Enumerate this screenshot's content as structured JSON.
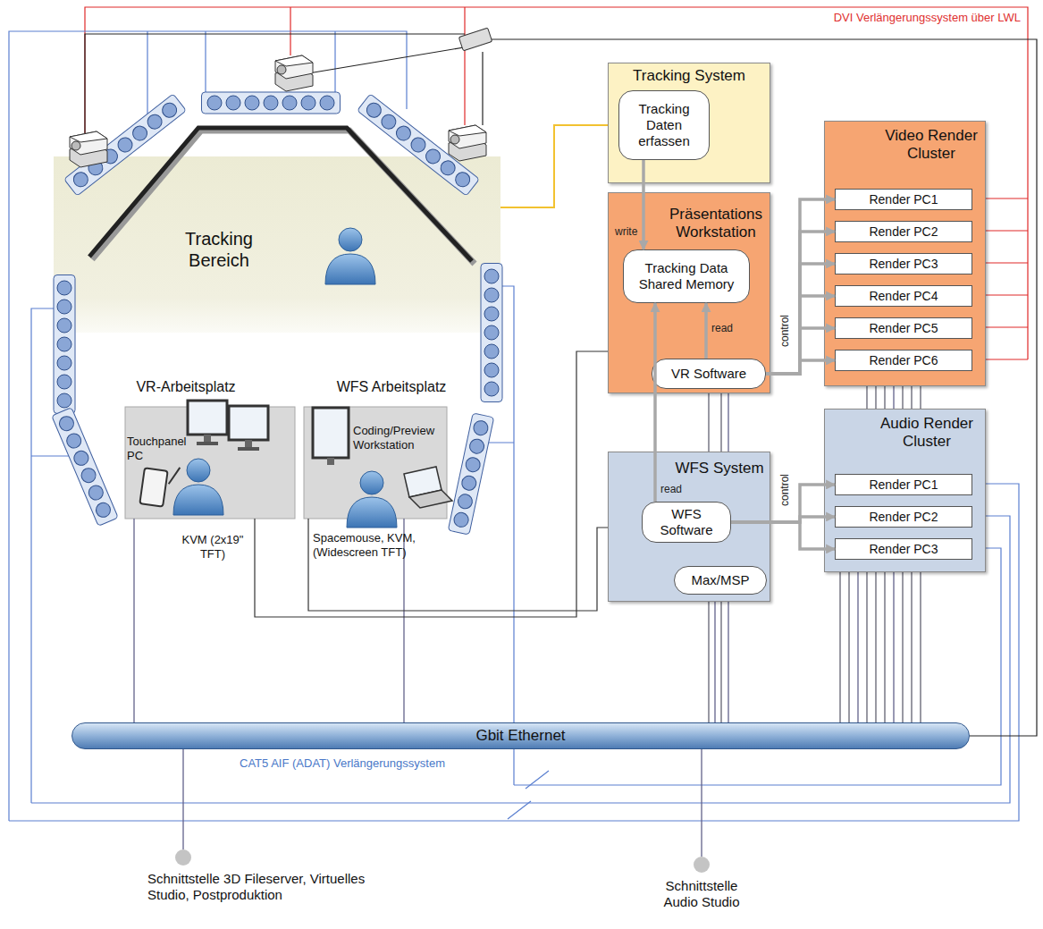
{
  "diagram": {
    "nodes": [
      {
        "text": [
          "Tracking System"
        ]
      },
      {
        "text": [
          "Tracking Daten erfassen"
        ],
        "in": 0
      },
      {
        "text": [
          "Präsentations Workstation"
        ]
      },
      {
        "text": [
          "Tracking Data Shared Memory"
        ],
        "in": 2
      },
      {
        "text": [
          "VR Software"
        ],
        "in": 2
      },
      {
        "text": [
          "Video Render Cluster"
        ]
      },
      {
        "text": [
          "Render PC1"
        ],
        "in": 5
      },
      {
        "text": [
          "Render PC2"
        ],
        "in": 5
      },
      {
        "text": [
          "Render PC3"
        ],
        "in": 5
      },
      {
        "text": [
          "Render PC4"
        ],
        "in": 5
      },
      {
        "text": [
          "Render PC5"
        ],
        "in": 5
      },
      {
        "text": [
          "Render PC6"
        ],
        "in": 5
      },
      {
        "text": [
          "Audio Render Cluster"
        ]
      },
      {
        "text": [
          "Render PC1"
        ],
        "in": 12
      },
      {
        "text": [
          "Render PC2"
        ],
        "in": 12
      },
      {
        "text": [
          "Render PC3"
        ],
        "in": 12
      },
      {
        "text": [
          "WFS System"
        ]
      },
      {
        "text": [
          "WFS Software"
        ],
        "in": 16
      },
      {
        "text": [
          "Max/MSP"
        ],
        "in": 16
      },
      {
        "text": [
          "Tracking Bereich"
        ]
      },
      {
        "text": [
          "VR-Arbeitsplatz"
        ]
      },
      {
        "text": [
          "WFS Arbeitsplatz"
        ]
      },
      {
        "text": [
          "Gbit Ethernet"
        ]
      },
      {
        "text": [
          "Schnittstelle 3D Fileserver, Virtuelles Studio, Postproduktion"
        ]
      },
      {
        "text": [
          "Schnittstelle Audio Studio"
        ]
      }
    ],
    "edges": [
      {
        "from": 1,
        "to": 3,
        "label": "write",
        "arrow": "to"
      },
      {
        "from": 4,
        "to": 3,
        "label": "read",
        "arrow": "to"
      },
      {
        "from": 17,
        "to": 3,
        "label": "read",
        "arrow": "to"
      },
      {
        "from": 4,
        "to": 6,
        "label": "control",
        "arrow": "to"
      },
      {
        "from": 4,
        "to": 7,
        "arrow": "to"
      },
      {
        "from": 4,
        "to": 8,
        "arrow": "to"
      },
      {
        "from": 4,
        "to": 9,
        "arrow": "to"
      },
      {
        "from": 4,
        "to": 10,
        "arrow": "to"
      },
      {
        "from": 4,
        "to": 11,
        "arrow": "to"
      },
      {
        "from": 17,
        "to": 13,
        "label": "control",
        "arrow": "to"
      },
      {
        "from": 17,
        "to": 14,
        "arrow": "to"
      },
      {
        "from": 17,
        "to": 15,
        "arrow": "to"
      },
      {
        "from": 19,
        "to": 0,
        "arrow": "none"
      },
      {
        "from": 20,
        "to": 22,
        "arrow": "none"
      },
      {
        "from": 21,
        "to": 22,
        "arrow": "none"
      },
      {
        "from": 2,
        "to": 22,
        "arrow": "none"
      },
      {
        "from": 16,
        "to": 22,
        "arrow": "none"
      },
      {
        "from": 5,
        "to": 22,
        "arrow": "none"
      },
      {
        "from": 12,
        "to": 22,
        "arrow": "none"
      },
      {
        "from": 22,
        "to": 23,
        "arrow": "none"
      },
      {
        "from": 22,
        "to": 24,
        "arrow": "none"
      },
      {
        "from": 20,
        "to": 2,
        "arrow": "none"
      },
      {
        "from": 21,
        "to": 16,
        "arrow": "none"
      }
    ],
    "labels": [
      "DVI Verlängerungssystem über LWL",
      "Touchpanel PC",
      "Coding/Preview Workstation",
      "KVM (2x19\" TFT)",
      "Spacemouse, KVM, (Widescreen TFT)",
      "CAT5 AIF (ADAT) Verlängerungssystem"
    ]
  }
}
